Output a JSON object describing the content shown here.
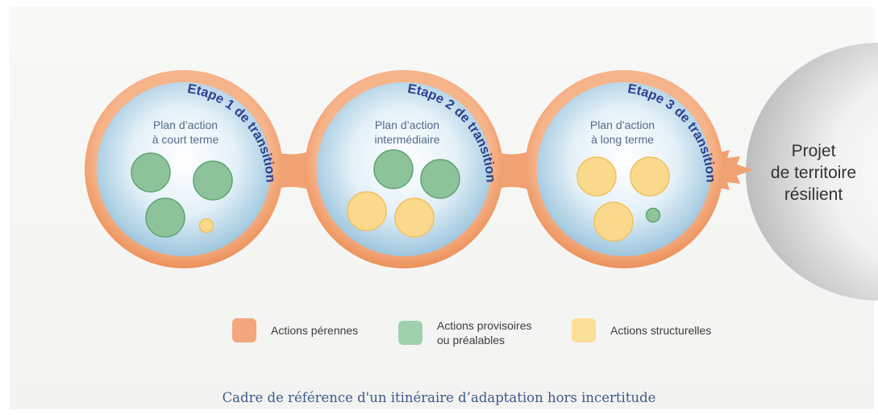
{
  "colors": {
    "orange": "#f2a77c",
    "orange_dark": "#ee965f",
    "bubble_center": "#ffffff",
    "bubble_edge": "#a9cde3",
    "green": "#8dc39b",
    "green_stroke": "#5fa272",
    "yellow": "#fbd98c",
    "yellow_stroke": "#f1c05d",
    "stage_text": "#2e3f8f",
    "gray": "#cfcfcf"
  },
  "stages": [
    {
      "stage_label": "Etape 1 de transition",
      "plan_line1": "Plan d’action",
      "plan_line2": "à court terme",
      "circles": [
        {
          "color": "green"
        },
        {
          "color": "green"
        },
        {
          "color": "green"
        },
        {
          "color": "yellow"
        }
      ]
    },
    {
      "stage_label": "Etape 2 de transition",
      "plan_line1": "Plan d’action",
      "plan_line2": "intermédiaire",
      "circles": [
        {
          "color": "green"
        },
        {
          "color": "green"
        },
        {
          "color": "yellow"
        },
        {
          "color": "yellow"
        }
      ]
    },
    {
      "stage_label": "Etape 3 de transition",
      "plan_line1": "Plan d’action",
      "plan_line2": "à long terme",
      "circles": [
        {
          "color": "yellow"
        },
        {
          "color": "yellow"
        },
        {
          "color": "yellow"
        },
        {
          "color": "green"
        }
      ]
    }
  ],
  "goal": {
    "line1": "Projet",
    "line2": "de territoire",
    "line3": "résilient"
  },
  "legend": {
    "item1": "Actions pérennes",
    "item2_line1": "Actions provisoires",
    "item2_line2": "ou préalables",
    "item3": "Actions structurelles"
  },
  "caption": "Cadre de référence d'un itinéraire d’adaptation hors incertitude"
}
